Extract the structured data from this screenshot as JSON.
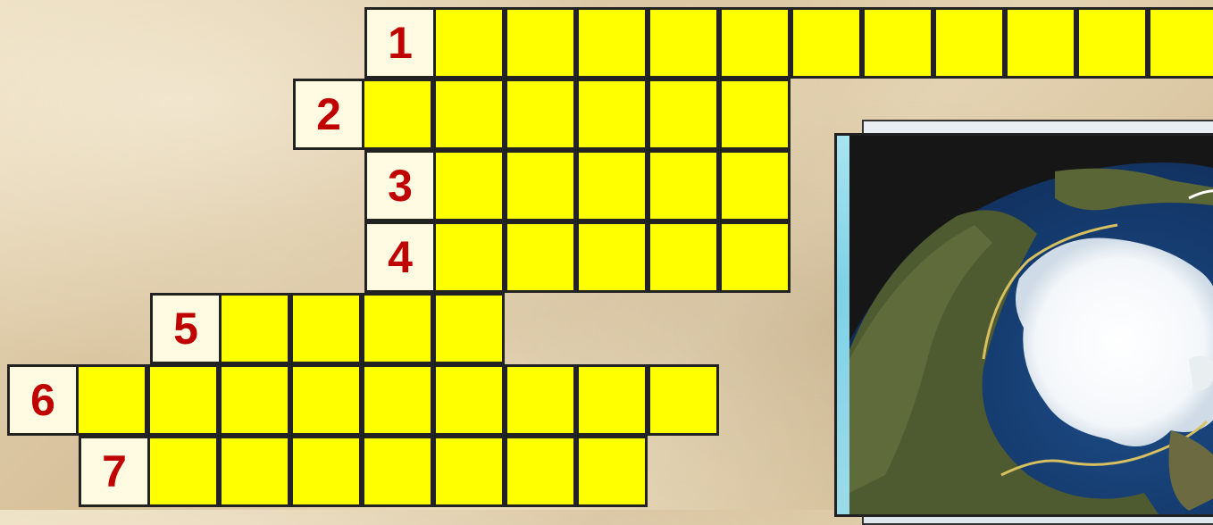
{
  "crossword": {
    "clues": [
      {
        "number": "1",
        "letters": 11
      },
      {
        "number": "2",
        "letters": 6
      },
      {
        "number": "3",
        "letters": 5
      },
      {
        "number": "4",
        "letters": 5
      },
      {
        "number": "5",
        "letters": 4
      },
      {
        "number": "6",
        "letters": 9
      },
      {
        "number": "7",
        "letters": 7
      }
    ]
  },
  "image": {
    "icon": "arctic-satellite-image"
  }
}
